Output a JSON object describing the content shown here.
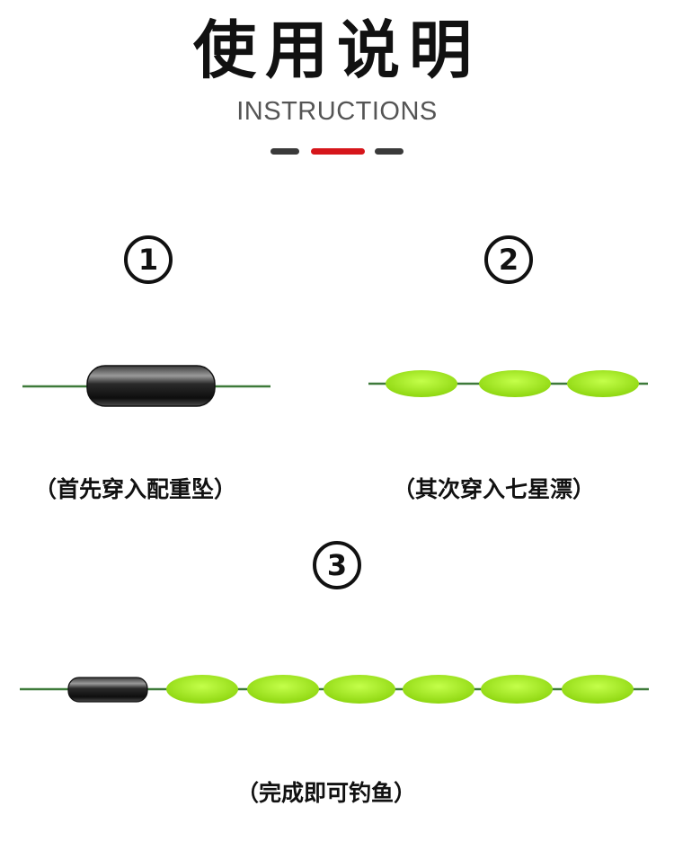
{
  "header": {
    "title": "使用说明",
    "subtitle": "INSTRUCTIONS"
  },
  "colors": {
    "accent": "#d6161b",
    "divider_dark": "#3a3a3a",
    "line_green": "#3e7a3a",
    "float_green": "#a6f21e",
    "sinker_dark": "#1c1c1c"
  },
  "steps": [
    {
      "number": "1",
      "caption": "（首先穿入配重坠）"
    },
    {
      "number": "2",
      "caption": "（其次穿入七星漂）"
    },
    {
      "number": "3",
      "caption": "（完成即可钓鱼）"
    }
  ]
}
